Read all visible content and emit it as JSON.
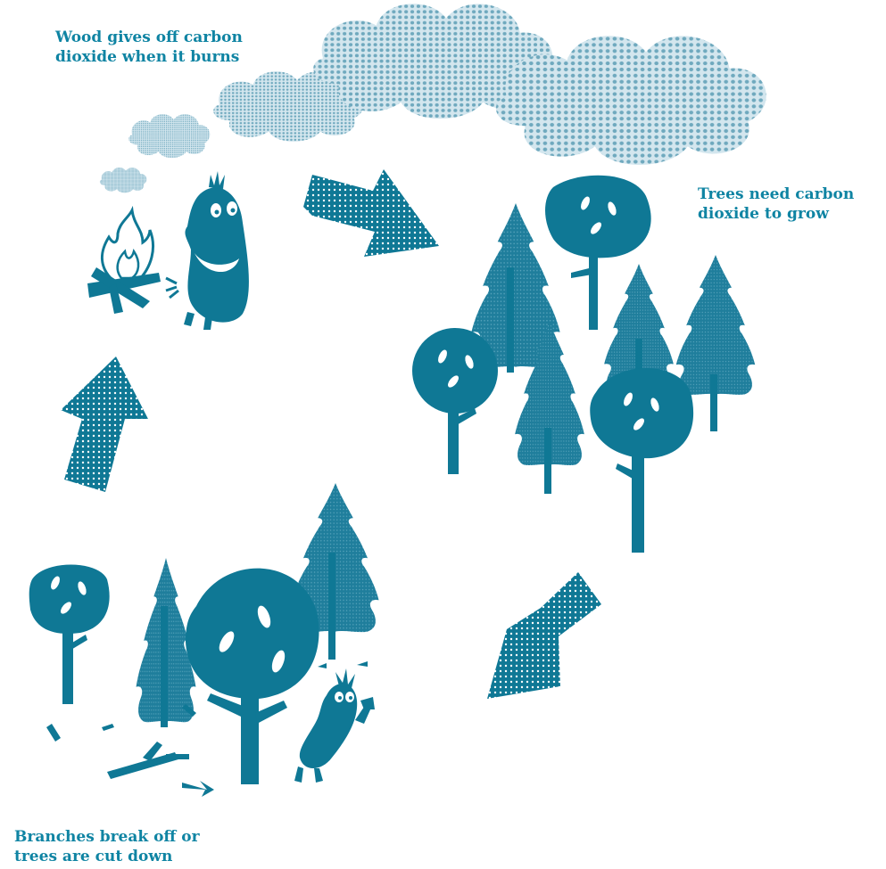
{
  "captions": {
    "wood_burns": "Wood gives off carbon\ndioxide when it burns",
    "trees_grow": "Trees need carbon\ndioxide to grow",
    "branches": "Branches break off or\ntrees are cut down"
  },
  "colors": {
    "teal": "#0f7895",
    "text_teal": "#0f84a3",
    "cloud": "#bcd9e3",
    "tree_light": "#2f89a6"
  },
  "icons": [
    "cloud-icon",
    "campfire-icon",
    "creature-icon",
    "arrow-icon",
    "round-tree-icon",
    "pine-tree-icon",
    "lumberjack-creature-icon",
    "log-icon"
  ]
}
